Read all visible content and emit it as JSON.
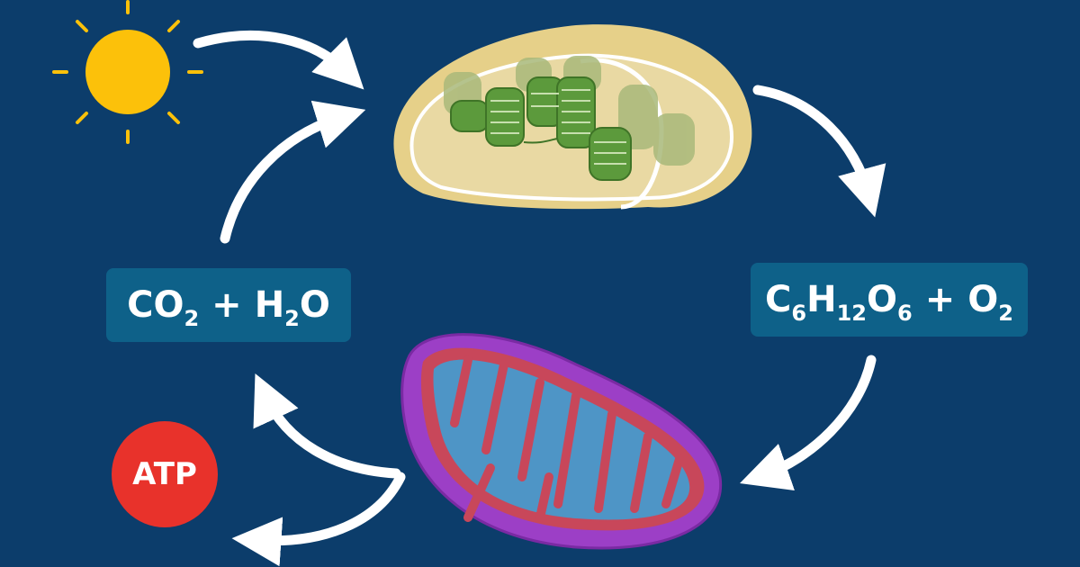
{
  "reactants": {
    "mol1": "CO",
    "mol1_sub": "2",
    "plus": "+",
    "mol2": "H",
    "mol2_sub": "2",
    "mol2_tail": "O"
  },
  "products": {
    "c": "C",
    "c_sub": "6",
    "h": "H",
    "h_sub": "12",
    "o": "O",
    "o_sub": "6",
    "plus": "+",
    "o2": "O",
    "o2_sub": "2"
  },
  "atp": {
    "label": "ATP"
  },
  "icons": [
    "sun-icon",
    "chloroplast-icon",
    "mitochondrion-icon",
    "cycle-arrow-icon"
  ],
  "colors": {
    "background": "#0c3d6b",
    "label_box": "#0e6189",
    "sun": "#fcc10a",
    "atp": "#e8322b",
    "chloroplast_outer": "#e6d089",
    "thylakoid": "#5c9a3c",
    "mito_outer": "#9c3fc6",
    "mito_cristae": "#c8475a",
    "mito_matrix": "#4e95c6",
    "arrow": "#ffffff"
  }
}
